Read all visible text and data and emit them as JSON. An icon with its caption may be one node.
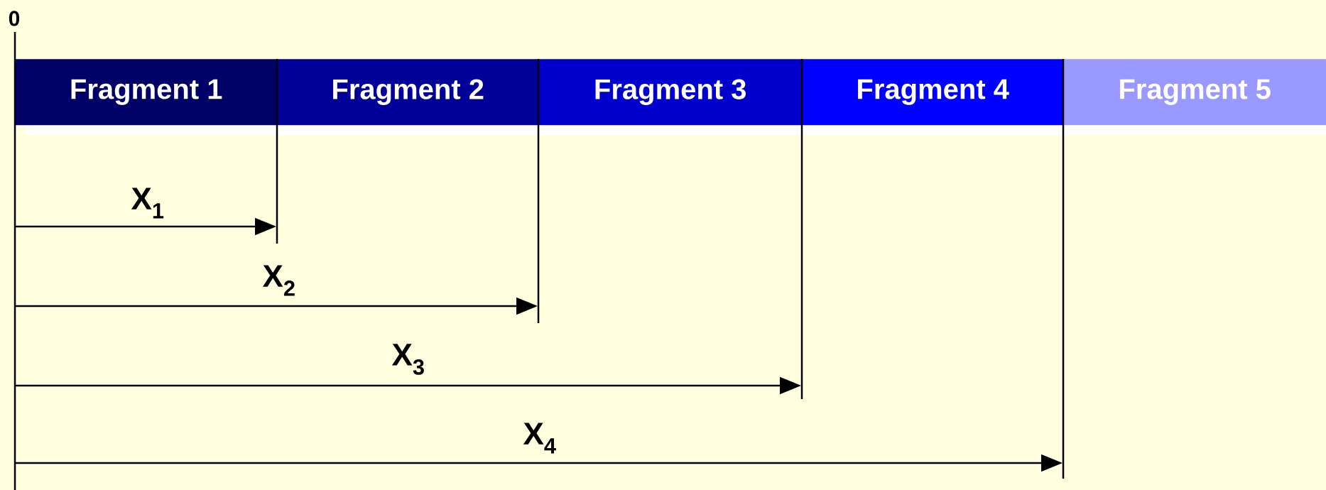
{
  "diagram": {
    "nodes": [
      {
        "text": [
          "Fragment 1"
        ]
      },
      {
        "text": [
          "Fragment 2"
        ]
      },
      {
        "text": [
          "Fragment 3"
        ]
      },
      {
        "text": [
          "Fragment 4"
        ]
      },
      {
        "text": [
          "Fragment 5"
        ]
      }
    ],
    "labels": [
      "0",
      "X$_{1}$",
      "X$_{2}$",
      "X$_{3}$",
      "X$_{4}$"
    ]
  }
}
